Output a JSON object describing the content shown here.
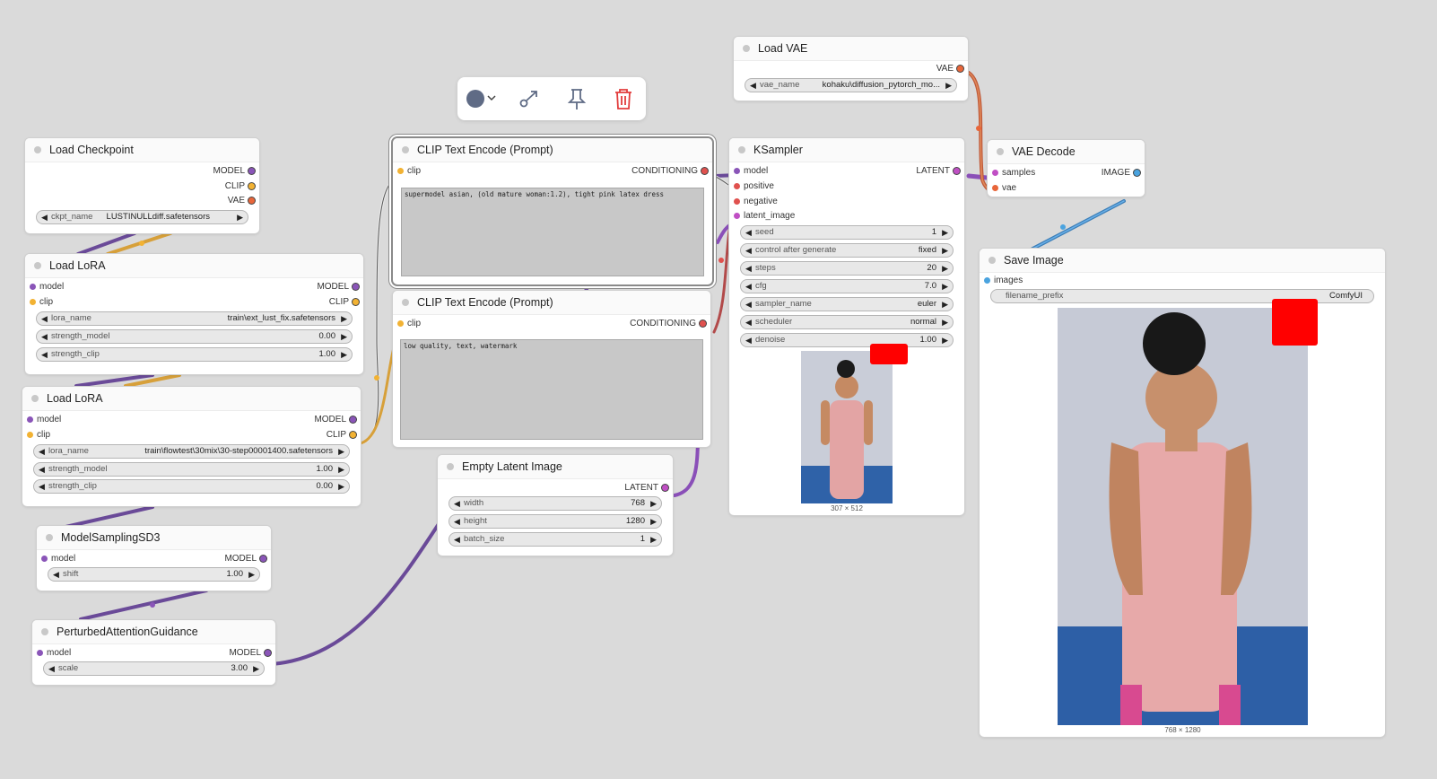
{
  "toolbar": {
    "color_icon": "color-circle-icon",
    "chevron_icon": "chevron-down-icon",
    "bypass_icon": "pipette-arrow-icon",
    "pin_icon": "pin-icon",
    "delete_icon": "trash-icon",
    "colors": {
      "circle": "#5f6b85",
      "delete": "#e23c3c"
    }
  },
  "slot_colors": {
    "MODEL": "#8a55b8",
    "CLIP": "#f2b233",
    "VAE": "#e8663a",
    "CONDITIONING": "#e0514e",
    "LATENT": "#c04fc4",
    "IMAGE": "#4aa3df"
  },
  "nodes": {
    "load_checkpoint": {
      "title": "Load Checkpoint",
      "outputs": [
        "MODEL",
        "CLIP",
        "VAE"
      ],
      "widgets": [
        {
          "name": "ckpt_name",
          "value": "LUSTINULLdiff.safetensors"
        }
      ]
    },
    "load_lora_1": {
      "title": "Load LoRA",
      "inputs": [
        "model",
        "clip"
      ],
      "outputs": [
        "MODEL",
        "CLIP"
      ],
      "widgets": [
        {
          "name": "lora_name",
          "value": "train\\ext_lust_fix.safetensors"
        },
        {
          "name": "strength_model",
          "value": "0.00"
        },
        {
          "name": "strength_clip",
          "value": "1.00"
        }
      ]
    },
    "load_lora_2": {
      "title": "Load LoRA",
      "inputs": [
        "model",
        "clip"
      ],
      "outputs": [
        "MODEL",
        "CLIP"
      ],
      "widgets": [
        {
          "name": "lora_name",
          "value": "train\\flowtest\\30mix\\30-step00001400.safetensors"
        },
        {
          "name": "strength_model",
          "value": "1.00"
        },
        {
          "name": "strength_clip",
          "value": "0.00"
        }
      ]
    },
    "model_sampling": {
      "title": "ModelSamplingSD3",
      "inputs": [
        "model"
      ],
      "outputs": [
        "MODEL"
      ],
      "widgets": [
        {
          "name": "shift",
          "value": "1.00"
        }
      ]
    },
    "pag": {
      "title": "PerturbedAttentionGuidance",
      "inputs": [
        "model"
      ],
      "outputs": [
        "MODEL"
      ],
      "widgets": [
        {
          "name": "scale",
          "value": "3.00"
        }
      ]
    },
    "clip_pos": {
      "title": "CLIP Text Encode (Prompt)",
      "inputs": [
        "clip"
      ],
      "outputs": [
        "CONDITIONING"
      ],
      "text": "supermodel asian, (old mature woman:1.2), tight pink latex dress"
    },
    "clip_neg": {
      "title": "CLIP Text Encode (Prompt)",
      "inputs": [
        "clip"
      ],
      "outputs": [
        "CONDITIONING"
      ],
      "text": "low quality, text, watermark"
    },
    "empty_latent": {
      "title": "Empty Latent Image",
      "outputs": [
        "LATENT"
      ],
      "widgets": [
        {
          "name": "width",
          "value": "768"
        },
        {
          "name": "height",
          "value": "1280"
        },
        {
          "name": "batch_size",
          "value": "1"
        }
      ]
    },
    "load_vae": {
      "title": "Load VAE",
      "outputs": [
        "VAE"
      ],
      "widgets": [
        {
          "name": "vae_name",
          "value": "kohaku\\diffusion_pytorch_mo..."
        }
      ]
    },
    "ksampler": {
      "title": "KSampler",
      "inputs": [
        "model",
        "positive",
        "negative",
        "latent_image"
      ],
      "outputs": [
        "LATENT"
      ],
      "widgets": [
        {
          "name": "seed",
          "value": "1"
        },
        {
          "name": "control after generate",
          "value": "fixed"
        },
        {
          "name": "steps",
          "value": "20"
        },
        {
          "name": "cfg",
          "value": "7.0"
        },
        {
          "name": "sampler_name",
          "value": "euler"
        },
        {
          "name": "scheduler",
          "value": "normal"
        },
        {
          "name": "denoise",
          "value": "1.00"
        }
      ],
      "preview_caption": "307 × 512"
    },
    "vae_decode": {
      "title": "VAE Decode",
      "inputs": [
        "samples",
        "vae"
      ],
      "outputs": [
        "IMAGE"
      ]
    },
    "save_image": {
      "title": "Save Image",
      "inputs": [
        "images"
      ],
      "widgets": [
        {
          "name": "filename_prefix",
          "value": "ComfyUI"
        }
      ],
      "preview_caption": "768 × 1280"
    }
  }
}
